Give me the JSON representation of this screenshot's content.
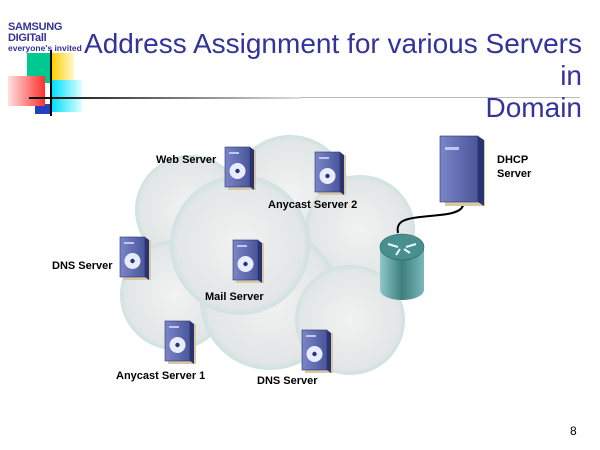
{
  "logo": {
    "brand": "SAMSUNG DIGITall",
    "tagline": "everyone's invited"
  },
  "title": {
    "line1": "Address Assignment for various Servers in",
    "line2": "Domain"
  },
  "diagram": {
    "labels": {
      "web_server": "Web Server",
      "anycast_server_2": "Anycast Server 2",
      "dns_server_left": "DNS Server",
      "mail_server": "Mail Server",
      "anycast_server_1": "Anycast Server 1",
      "dns_server_bottom": "DNS Server",
      "dhcp_server_line1": "DHCP",
      "dhcp_server_line2": "Server"
    }
  },
  "page_number": "8",
  "colors": {
    "title": "#333399",
    "server": "#5a65a8",
    "router": "#3d7f80"
  }
}
